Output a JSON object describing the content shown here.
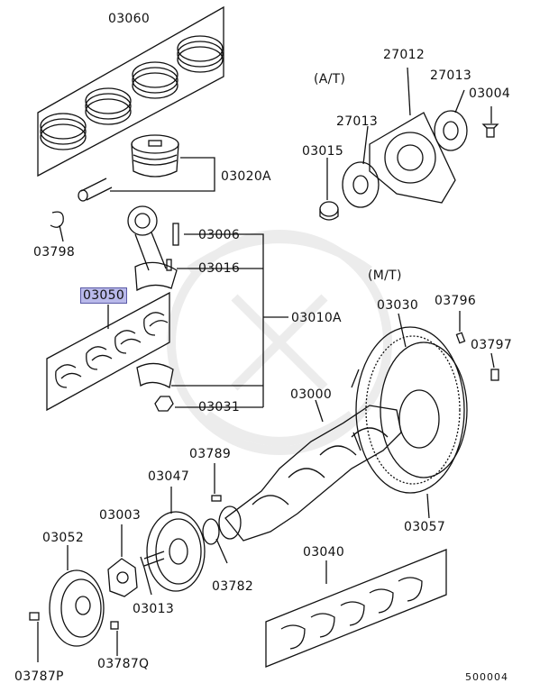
{
  "parts": {
    "p03060": "03060",
    "p03020A": "03020A",
    "p03798": "03798",
    "p03006": "03006",
    "p03016": "03016",
    "p03050": "03050",
    "p03010A": "03010A",
    "p03031": "03031",
    "p27012": "27012",
    "p27013a": "27013",
    "p27013b": "27013",
    "p03004": "03004",
    "p03015": "03015",
    "p03030": "03030",
    "p03796": "03796",
    "p03797": "03797",
    "p03000": "03000",
    "p03789": "03789",
    "p03047": "03047",
    "p03003": "03003",
    "p03052": "03052",
    "p03013": "03013",
    "p03782": "03782",
    "p03057": "03057",
    "p03040": "03040",
    "p03787P": "03787P",
    "p03787Q": "03787Q"
  },
  "variants": {
    "at": "(A/T)",
    "mt": "(M/T)"
  },
  "diagram_code": "500004",
  "selected_part": "03050",
  "colors": {
    "highlight": "#b9b9ea",
    "line": "#111111",
    "watermark": "#ececec"
  }
}
